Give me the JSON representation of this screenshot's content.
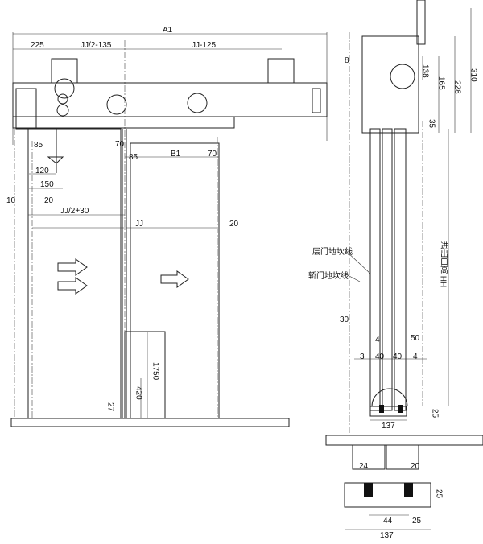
{
  "front_view": {
    "dims": {
      "a1": "A1",
      "d225": "225",
      "jj2_135": "JJ/2-135",
      "jj_125": "JJ-125",
      "d85a": "85",
      "d70a": "70",
      "d85b": "85",
      "b1": "B1",
      "d70b": "70",
      "d120": "120",
      "d150": "150",
      "d10": "10",
      "d20a": "20",
      "jj2_30": "JJ/2+30",
      "jj": "JJ",
      "d20b": "20",
      "d1750": "1750",
      "d420": "420",
      "d27": "27"
    }
  },
  "side_view": {
    "dims": {
      "d8": "8",
      "d138": "138",
      "d165": "165",
      "d228": "228",
      "d310": "310",
      "d35": "35",
      "d30": "30",
      "d4a": "4",
      "d50": "50",
      "d3": "3",
      "d40a": "40",
      "d40b": "40",
      "d4b": "4",
      "d25": "25",
      "d137": "137"
    },
    "labels": {
      "landing_sill": "层门地坎线",
      "car_sill": "轿门地坎线",
      "entrance_height": "进出口高 HH"
    }
  },
  "sill_detail": {
    "dims": {
      "d24": "24",
      "d20": "20",
      "d25a": "25",
      "d44": "44",
      "d25b": "25",
      "d137": "137"
    }
  }
}
